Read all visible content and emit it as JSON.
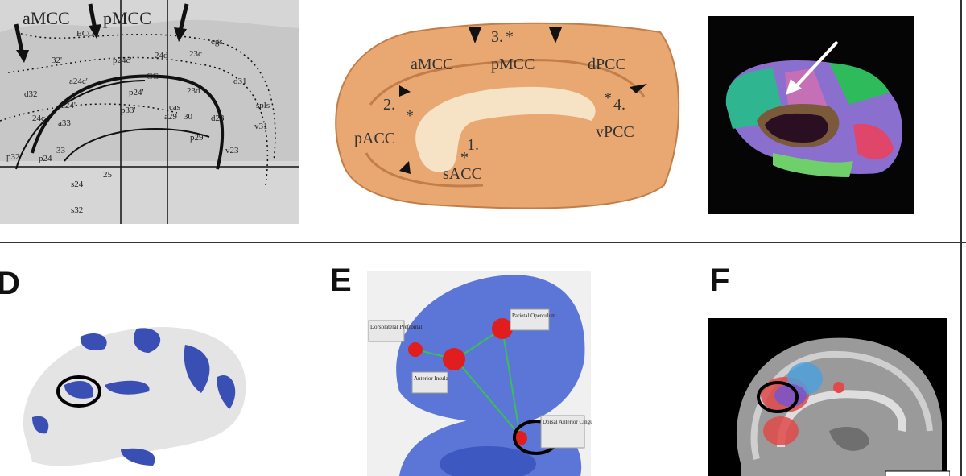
{
  "panels": {
    "a": {
      "labels": {
        "amcc": "aMCC",
        "pmcc": "pMCC",
        "ecg": "ECG",
        "cgs": "cgs",
        "a32p": "32'",
        "p24c": "p24c'",
        "l24d": "24d",
        "l23c": "23c",
        "d32": "d32",
        "a24c": "a24c'",
        "cg": "CG",
        "p24p": "p24'",
        "l23d": "23d",
        "d31": "d31",
        "l24c": "24c",
        "a24": "a24'",
        "a33": "a33",
        "p33": "p33'",
        "cas": "cas",
        "a29": "a29",
        "l30": "30",
        "spls": "spls",
        "d23": "d23",
        "v31": "v31",
        "p32": "p32",
        "p24": "p24",
        "l33": "33",
        "l25": "25",
        "s24": "s24",
        "v23": "v23",
        "s32": "s32",
        "p29": "p29"
      }
    },
    "b": {
      "labels": {
        "n3": "3.",
        "amcc": "aMCC",
        "pmcc": "pMCC",
        "dpcc": "dPCC",
        "n2": "2.",
        "n4": "4.",
        "pacc": "pACC",
        "vpcc": "vPCC",
        "n1": "1.",
        "sacc": "sACC",
        "star": "*"
      }
    },
    "d": {
      "letter": "D"
    },
    "e": {
      "letter": "E",
      "labels": {
        "dlpfc": "Dorsolateral Prefrontal",
        "parietal": "Parietal Operculum",
        "insula": "Anterior Insula",
        "dacc": "Dorsal Anterior Cingulate"
      }
    },
    "f": {
      "letter": "F"
    }
  },
  "colors": {
    "divider": "#333333",
    "atlas_blue": "#3a4fb4",
    "network_blue": "#5b76d6",
    "node_red": "#e11d1d",
    "brain_tan": "#e8a56a"
  }
}
